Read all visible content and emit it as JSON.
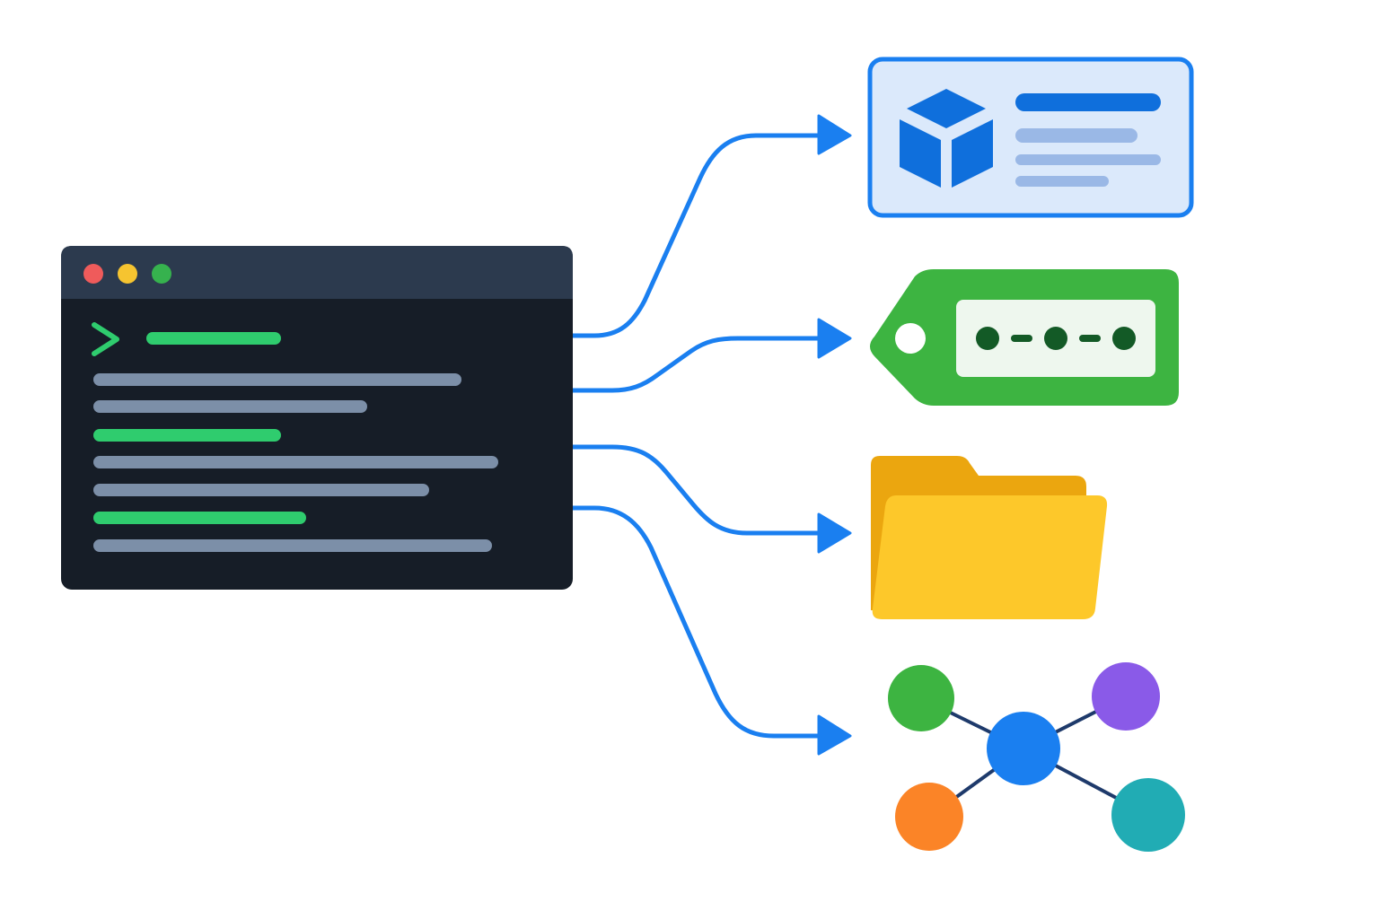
{
  "colors": {
    "background": "#ffffff",
    "connector": "#1a7ff0",
    "terminal_body": "#161d27",
    "terminal_titlebar": "#2c3a4e",
    "dot_close": "#ef5b5b",
    "dot_minimize": "#f6c430",
    "dot_maximize": "#36b24e",
    "code_green": "#2fcc6e",
    "code_gray": "#7c8fa8",
    "package_fill": "#dbe9fb",
    "package_stroke": "#1a7ff0",
    "package_cube": "#0f6fdc",
    "package_line_dark": "#0f6fdc",
    "package_line_light": "#9ab8e6",
    "tag_fill": "#3db441",
    "tag_panel": "#eef7ee",
    "tag_dots": "#135a26",
    "folder_back": "#eba60f",
    "folder_front": "#fdc82a",
    "graph_center": "#1a7ff0",
    "graph_edge": "#1e3a6b",
    "node_green": "#3db441",
    "node_purple": "#8a5ae8",
    "node_orange": "#fb8427",
    "node_teal": "#21acb4"
  },
  "terminal": {
    "window_controls": [
      "close-dot",
      "minimize-dot",
      "maximize-dot"
    ],
    "prompt_icon": "chevron-right-prompt-icon",
    "code_lines": [
      "green",
      "gray",
      "gray",
      "green",
      "gray",
      "gray",
      "green",
      "gray"
    ]
  },
  "targets": [
    {
      "name": "package-card",
      "icon": "cube-icon",
      "content_lines": [
        "dark",
        "light",
        "light",
        "light"
      ]
    },
    {
      "name": "version-tag",
      "icon": "tag-icon",
      "content": "dot-dash-dot-dash-dot"
    },
    {
      "name": "folder",
      "icon": "folder-icon"
    },
    {
      "name": "network-graph",
      "icon": "network-nodes-icon",
      "nodes": [
        "green",
        "purple",
        "orange",
        "teal"
      ]
    }
  ],
  "connections": [
    {
      "from": "terminal",
      "to": "package-card"
    },
    {
      "from": "terminal",
      "to": "version-tag"
    },
    {
      "from": "terminal",
      "to": "folder"
    },
    {
      "from": "terminal",
      "to": "network-graph"
    }
  ]
}
